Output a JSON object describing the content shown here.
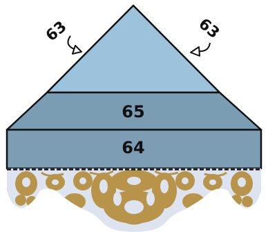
{
  "diagram": {
    "layers": {
      "middle_label": "65",
      "bottom_label": "64"
    },
    "side_labels": {
      "left": "63",
      "right": "63"
    },
    "colors": {
      "top_triangle": "#9dc3dc",
      "middle_band": "#7b9db3",
      "bottom_band": "#7c9db4",
      "ornament_gold": "#b8934a",
      "ornament_bg": "#dde3ef",
      "outline": "#111111"
    },
    "icons": {
      "left_arrow": "curved-arrow-icon",
      "right_arrow": "curved-arrow-icon",
      "ornament": "damask-ornament"
    }
  }
}
